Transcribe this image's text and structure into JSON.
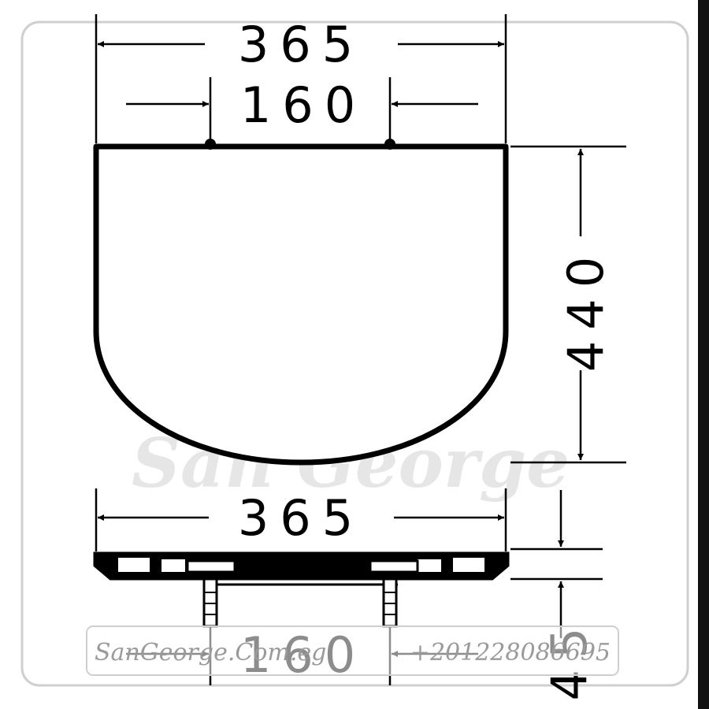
{
  "dimensions": {
    "top_width": "365",
    "hinge_spacing_top": "160",
    "length": "440",
    "bottom_width": "365",
    "hinge_spacing_bottom": "160",
    "thickness": "45"
  },
  "watermark": "San George",
  "footer": {
    "website": "SanGeorge.Com.eg",
    "phone": "+201228086695"
  },
  "colors": {
    "line": "#000000",
    "frame": "#cfcfcf",
    "watermark": "#e6e6e6",
    "footer": "#9a9a9a"
  }
}
